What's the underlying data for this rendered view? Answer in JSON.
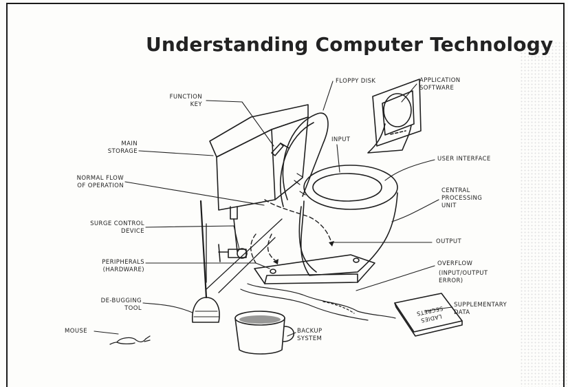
{
  "title": "Understanding Computer Technology",
  "labels": {
    "floppy_disk": "Floppy disk",
    "application_software": "Application\nsoftware",
    "function_key": "Function\nkey",
    "input": "Input",
    "main_storage": "Main\nstorage",
    "user_interface": "User interface",
    "normal_flow": "Normal flow\nof operation",
    "central_processing_unit": "Central\nprocessing\nunit",
    "surge_control_device": "Surge control\ndevice",
    "output": "Output",
    "peripherals": "Peripherals\n(hardware)",
    "overflow": "Overflow",
    "overflow_note": "(input/output\nerror)",
    "debugging_tool": "De-bugging\ntool",
    "supplementary_data": "Supplementary\ndata",
    "mouse": "Mouse",
    "backup_system": "Backup\nsystem"
  },
  "book_text": "Ladies\nSecrets"
}
